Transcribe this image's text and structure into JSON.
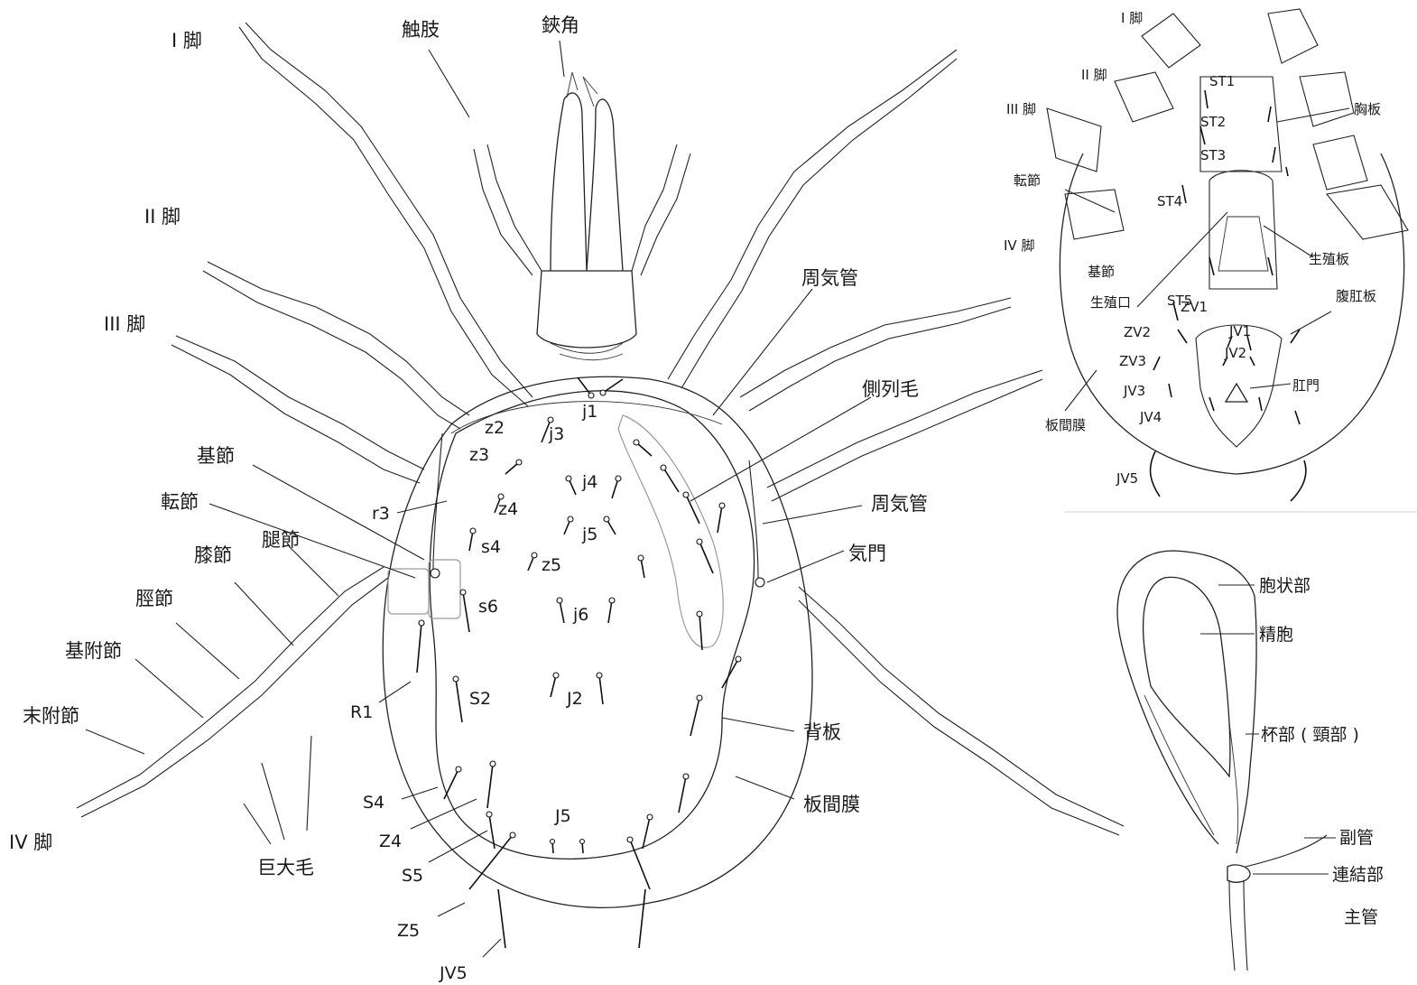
{
  "dorsal": {
    "legs": {
      "leg1": "I 脚",
      "leg2": "II 脚",
      "leg3": "III 脚",
      "leg4": "IV 脚"
    },
    "top": {
      "palp": "触肢",
      "chelicera": "鋏角"
    },
    "left_parts": {
      "coxa": "基節",
      "trochanter": "転節",
      "femur": "腿節",
      "genu": "膝節",
      "tibia": "脛節",
      "basitarsus": "基附節",
      "tarsus": "末附節",
      "macrosetae": "巨大毛"
    },
    "right_parts": {
      "peritreme_top": "周気管",
      "lateral_setae": "側列毛",
      "peritreme": "周気管",
      "stigma": "気門",
      "dorsal_shield": "背板",
      "interscutal_membrane": "板間膜"
    },
    "setae": {
      "j1": "j1",
      "j3": "j3",
      "j4": "j4",
      "j5": "j5",
      "j6": "j6",
      "z2": "z2",
      "z3": "z3",
      "z4": "z4",
      "z5": "z5",
      "s4": "s4",
      "s6": "s6",
      "r3": "r3",
      "R1": "R1",
      "S2": "S2",
      "J2": "J2",
      "S4": "S4",
      "Z4": "Z4",
      "S5": "S5",
      "J5": "J5",
      "Z5": "Z5",
      "JV5": "JV5"
    }
  },
  "ventral": {
    "legs": {
      "leg1": "I 脚",
      "leg2": "II 脚",
      "leg3": "III 脚",
      "leg4": "IV 脚"
    },
    "parts": {
      "sternal_shield": "胸板",
      "trochanter": "転節",
      "coxa": "基節",
      "genital_shield": "生殖板",
      "genital_opening": "生殖口",
      "ventrianal_shield": "腹肛板",
      "anus": "肛門",
      "membrane": "板間膜"
    },
    "setae": {
      "ST1": "ST1",
      "ST2": "ST2",
      "ST3": "ST3",
      "ST4": "ST4",
      "ST5": "ST5",
      "ZV1": "ZV1",
      "ZV2": "ZV2",
      "ZV3": "ZV3",
      "JV1": "JV1",
      "JV2": "JV2",
      "JV3": "JV3",
      "JV4": "JV4",
      "JV5": "JV5"
    }
  },
  "spermatheca": {
    "parts": {
      "sacculus": "胞状部",
      "sperm": "精胞",
      "cervix": "杯部 ( 頸部 )",
      "minor_duct": "副管",
      "atrium": "連結部",
      "major_duct": "主管"
    }
  }
}
